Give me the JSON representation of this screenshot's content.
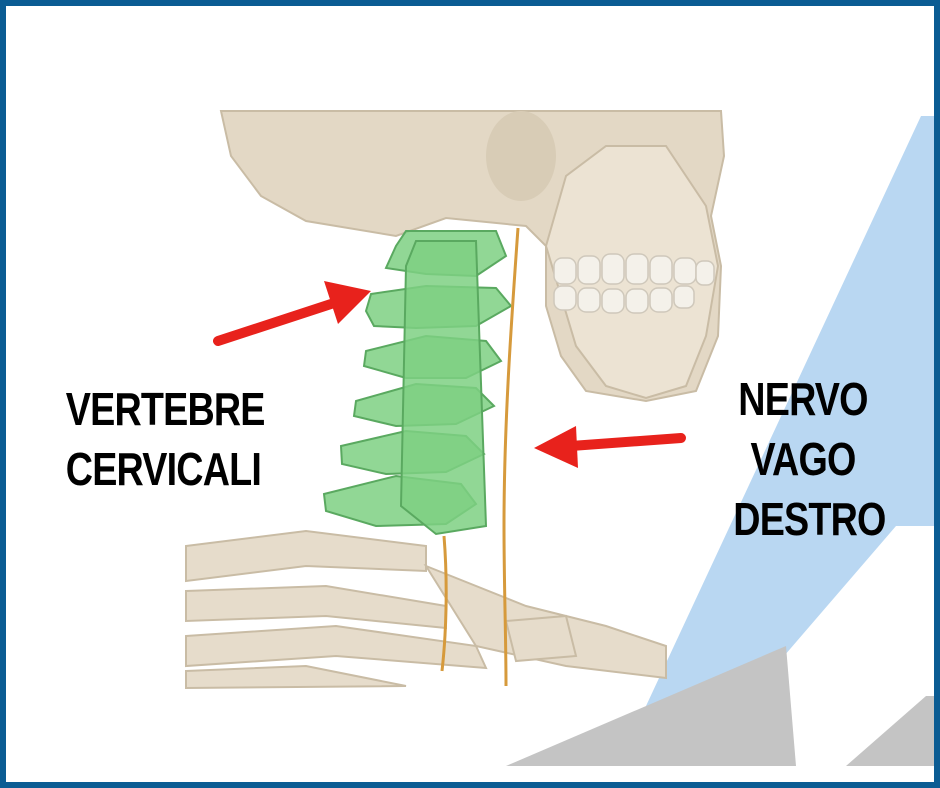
{
  "labels": {
    "left": [
      "VERTEBRE",
      "CERVICALI"
    ],
    "right": [
      "NERVO",
      "VAGO",
      "DESTRO"
    ]
  },
  "colors": {
    "border": "#0b5c93",
    "vertebrae": "#7ed082",
    "bone": "#e6dccb",
    "nerve": "#d69a3c",
    "arrow": "#e8221c",
    "logo_blue": "#b9d7f2",
    "logo_gray": "#c2c2c2"
  }
}
